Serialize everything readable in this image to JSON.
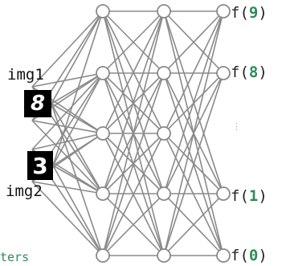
{
  "inputs": {
    "img1_label": "img1",
    "img2_label": "img2",
    "img1_digit": "8",
    "img2_digit": "3"
  },
  "outputs": {
    "prefix": "f(",
    "suffix": ")",
    "items": [
      {
        "digit": "9"
      },
      {
        "digit": "8"
      },
      {
        "digit": "1"
      },
      {
        "digit": "0"
      }
    ],
    "ellipsis": "⋮"
  },
  "footer": {
    "partial_text": "ters"
  },
  "colors": {
    "edge": "#8a8a8a",
    "node_stroke": "#8a8a8a",
    "node_fill": "#ffffff",
    "digit_highlight": "#2e8b57"
  }
}
